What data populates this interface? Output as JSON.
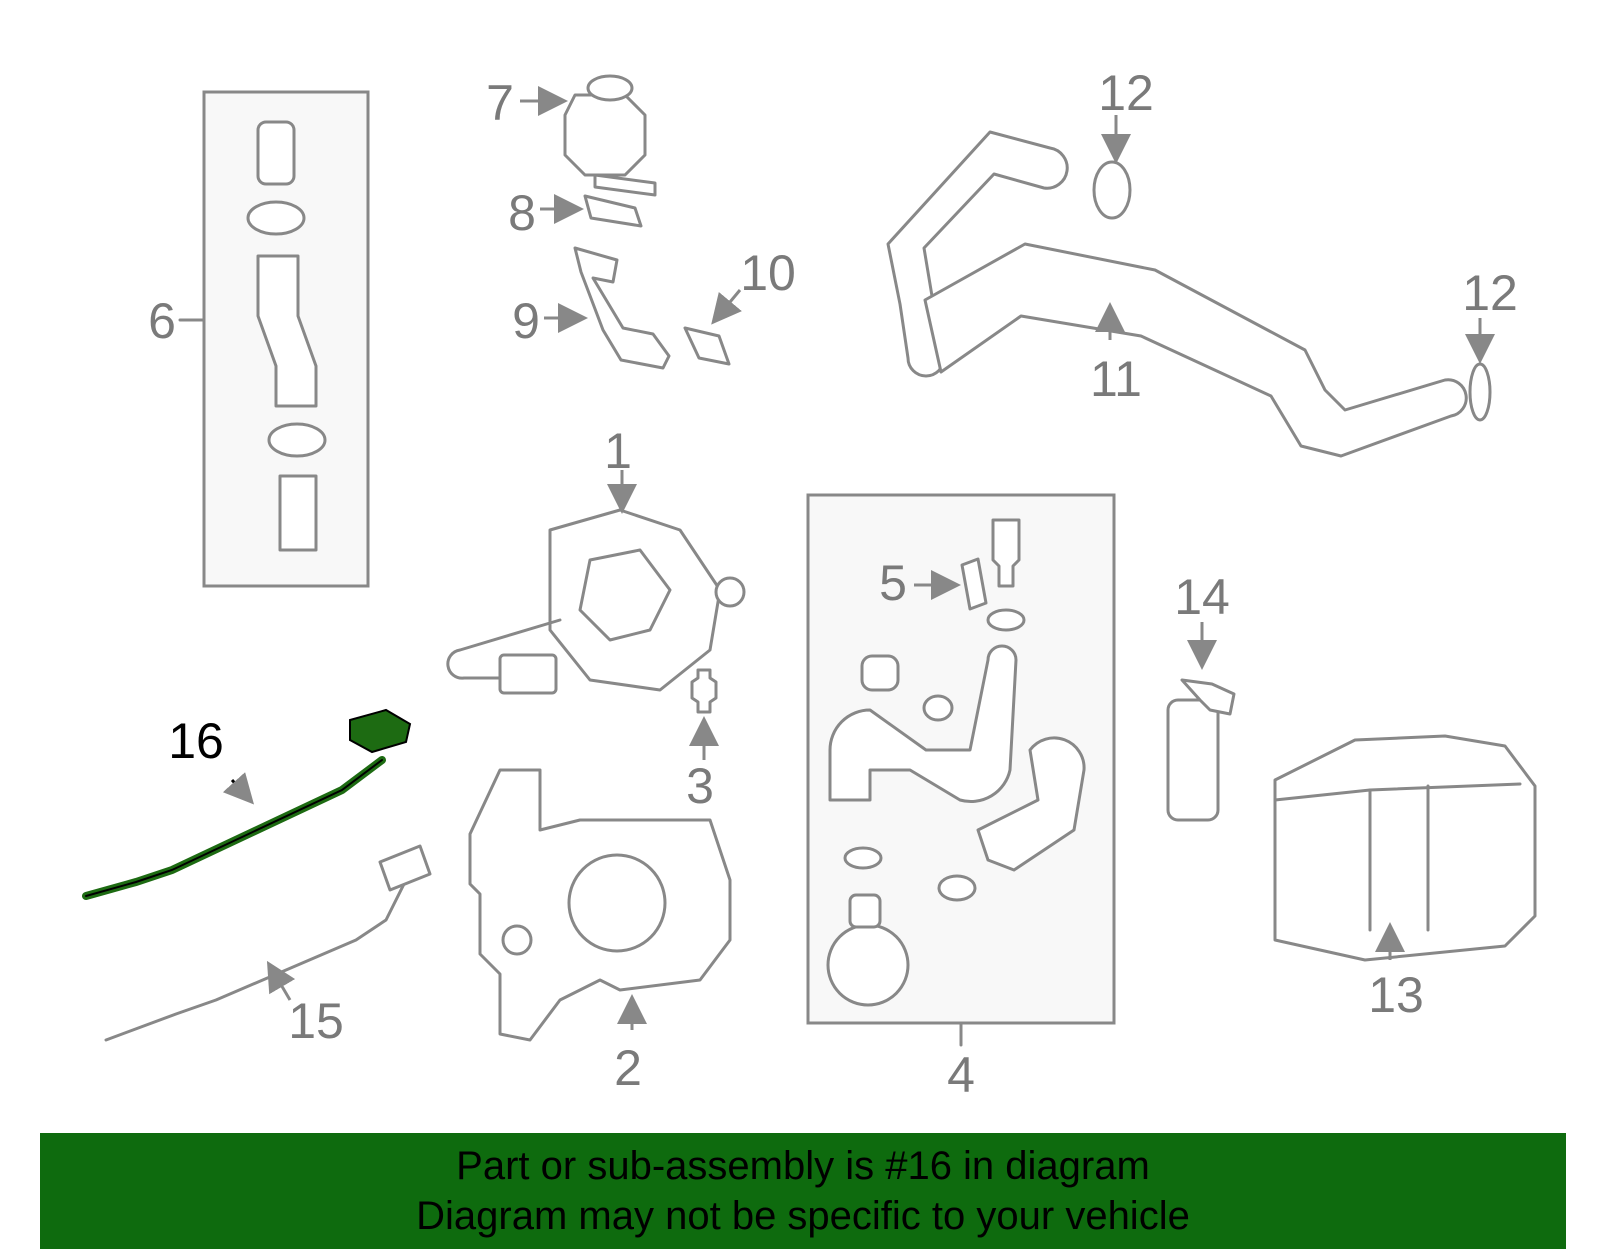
{
  "diagram": {
    "highlight_part": "16",
    "colors": {
      "line": "#888888",
      "highlight": "#1d6b12",
      "banner": "#0e6b0e"
    },
    "callouts": [
      {
        "id": "1",
        "label": "1"
      },
      {
        "id": "2",
        "label": "2"
      },
      {
        "id": "3",
        "label": "3"
      },
      {
        "id": "4",
        "label": "4"
      },
      {
        "id": "5",
        "label": "5"
      },
      {
        "id": "6",
        "label": "6"
      },
      {
        "id": "7",
        "label": "7"
      },
      {
        "id": "8",
        "label": "8"
      },
      {
        "id": "9",
        "label": "9"
      },
      {
        "id": "10",
        "label": "10"
      },
      {
        "id": "11",
        "label": "11"
      },
      {
        "id": "12a",
        "label": "12"
      },
      {
        "id": "12b",
        "label": "12"
      },
      {
        "id": "13",
        "label": "13"
      },
      {
        "id": "14",
        "label": "14"
      },
      {
        "id": "15",
        "label": "15"
      },
      {
        "id": "16",
        "label": "16"
      }
    ]
  },
  "banner": {
    "line1": "Part or sub-assembly is #16 in diagram",
    "line2": "Diagram may not be specific to your vehicle"
  }
}
